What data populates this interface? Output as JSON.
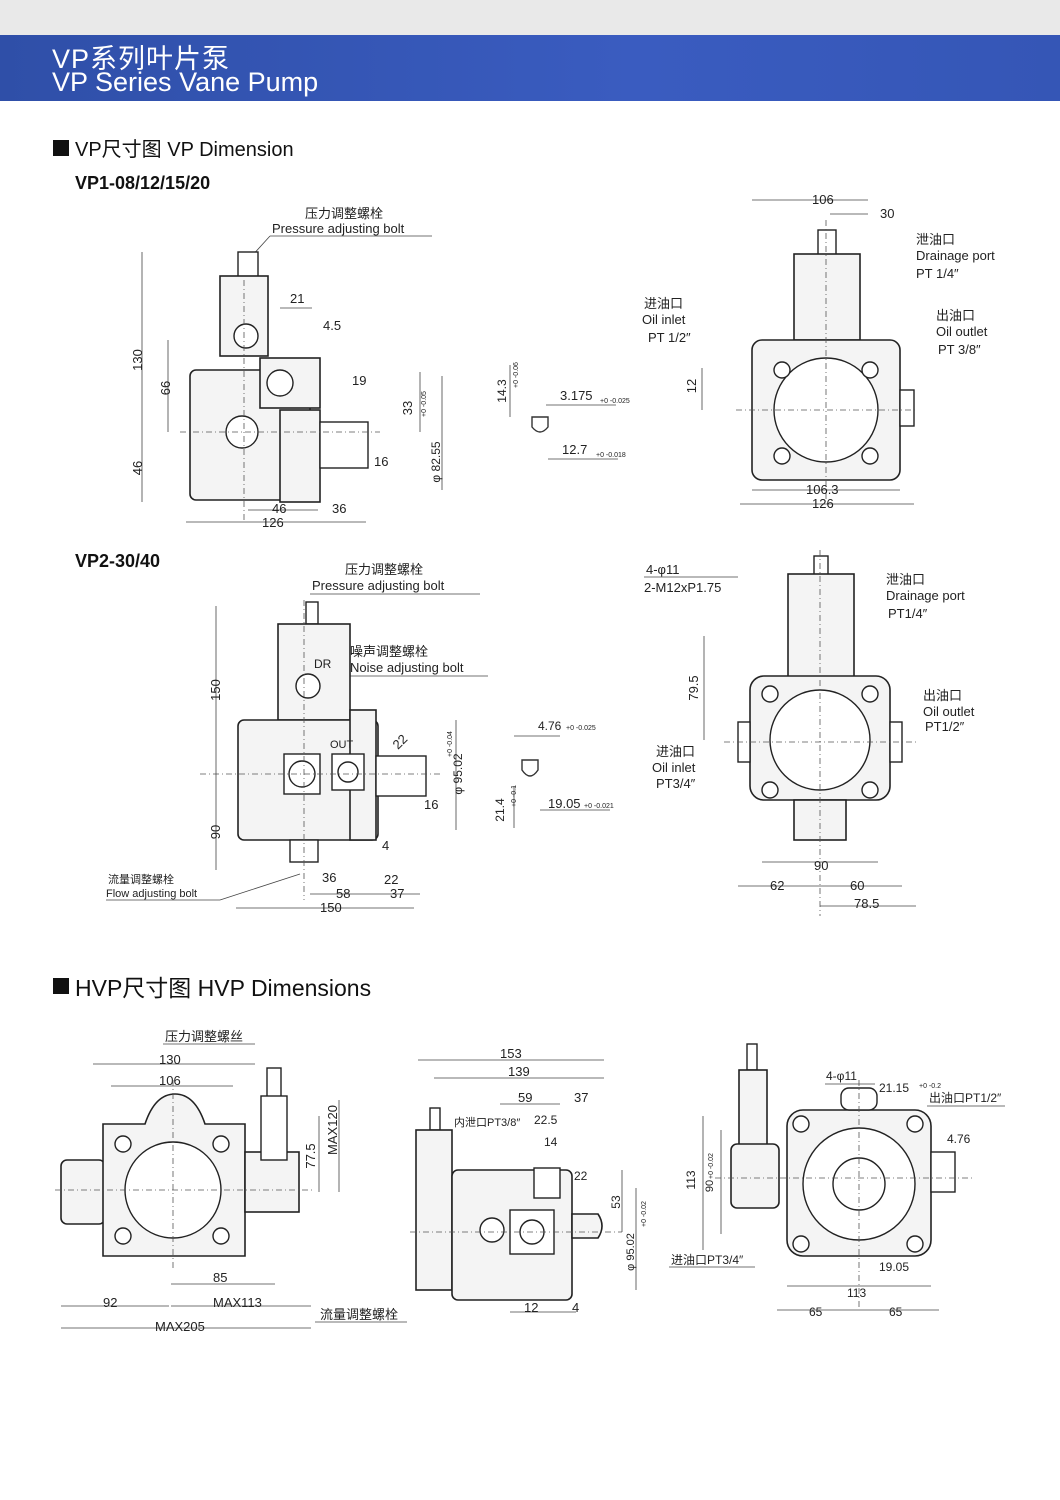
{
  "header": {
    "title_zh": "VP系列叶片泵",
    "title_en": "VP Series Vane Pump",
    "color": "#3454b4"
  },
  "sections": {
    "vp": "VP尺寸图  VP Dimension",
    "hvp": "HVP尺寸图  HVP Dimensions"
  },
  "vp1": {
    "model": "VP1-08/12/15/20",
    "side": {
      "pressure_bolt_zh": "压力调整螺栓",
      "pressure_bolt_en": "Pressure adjusting bolt",
      "dims": [
        "130",
        "66",
        "46",
        "21",
        "4.5",
        "19",
        "33",
        "16",
        "φ 82.55",
        "+0 -0.05",
        "46",
        "36",
        "126"
      ]
    },
    "key": {
      "dims": [
        "14.3",
        "+0 -0.06",
        "3.175",
        "+0 -0.025",
        "12.7",
        "+0 -0.018"
      ]
    },
    "front": {
      "drain_zh": "泄油口",
      "drain_en": "Drainage port",
      "drain_size": "PT 1/4″",
      "inlet_zh": "进油口",
      "inlet_en": "Oil inlet",
      "inlet_size": "PT 1/2″",
      "outlet_zh": "出油口",
      "outlet_en": "Oil outlet",
      "outlet_size": "PT 3/8″",
      "dims": [
        "106",
        "30",
        "12",
        "106.3",
        "126"
      ]
    }
  },
  "vp2": {
    "model": "VP2-30/40",
    "side": {
      "pressure_bolt_zh": "压力调整螺栓",
      "pressure_bolt_en": "Pressure adjusting bolt",
      "noise_bolt_zh": "噪声调整螺栓",
      "noise_bolt_en": "Noise adjusting bolt",
      "flow_bolt_zh": "流量调整螺栓",
      "flow_bolt_en": "Flow adjusting bolt",
      "port_dr": "DR",
      "port_out": "OUT",
      "dims": [
        "150",
        "90",
        "22",
        "φ 95.02",
        "+0 -0.04",
        "16",
        "4",
        "36",
        "22",
        "58",
        "37",
        "150"
      ]
    },
    "key": {
      "dims": [
        "4.76",
        "+0 -0.025",
        "21.4",
        "+0 -0.1",
        "19.05",
        "+0 -0.021"
      ]
    },
    "front": {
      "bolts": "4-φ11",
      "thread": "2-M12xP1.75",
      "drain_zh": "泄油口",
      "drain_en": "Drainage port",
      "drain_size": "PT1/4″",
      "inlet_zh": "进油口",
      "inlet_en": "Oil inlet",
      "inlet_size": "PT3/4″",
      "outlet_zh": "出油口",
      "outlet_en": "Oil outlet",
      "outlet_size": "PT1/2″",
      "dims": [
        "79.5",
        "90",
        "62",
        "60",
        "78.5"
      ]
    }
  },
  "hvp": {
    "front": {
      "pressure_bolt_zh": "压力调整螺丝",
      "flow_bolt_zh": "流量调整螺栓",
      "dims": [
        "130",
        "106",
        "77.5",
        "MAX120",
        "85",
        "92",
        "MAX113",
        "MAX205"
      ]
    },
    "side": {
      "drain_label": "内泄口PT3/8″",
      "dims": [
        "153",
        "139",
        "59",
        "37",
        "22.5",
        "14",
        "22",
        "53",
        "φ 95.02",
        "+0 -0.02",
        "12",
        "4"
      ]
    },
    "rear": {
      "bolts": "4-φ11",
      "outlet_label": "出油口PT1/2″",
      "inlet_label": "进油口PT3/4″",
      "dims": [
        "21.15",
        "+0 -0.2",
        "4.76",
        "113",
        "90",
        "+0 -0.02",
        "19.05",
        "113",
        "65",
        "65"
      ]
    }
  }
}
